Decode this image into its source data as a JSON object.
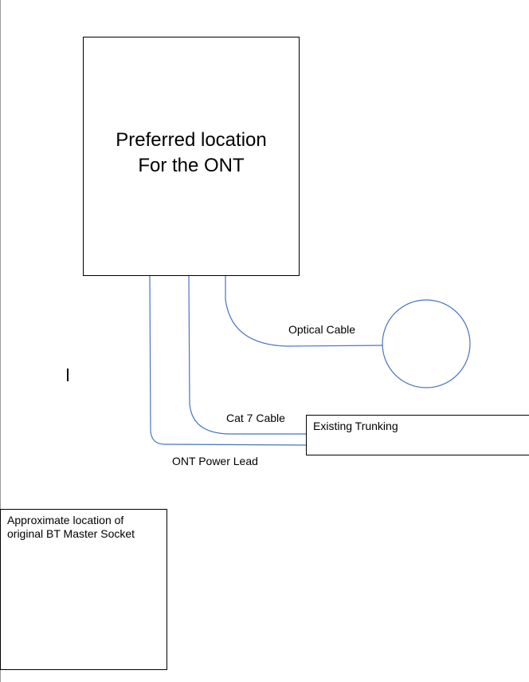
{
  "ont_box": {
    "line1": "Preferred location",
    "line2": "For the ONT"
  },
  "trunking_box": {
    "label": "Existing Trunking"
  },
  "socket_box": {
    "line1": "Approximate location of",
    "line2": "original BT Master Socket"
  },
  "cables": {
    "optical": "Optical Cable",
    "cat7": "Cat 7 Cable",
    "power": "ONT Power Lead"
  },
  "colors": {
    "cable_line": "#4a72c4",
    "box_border": "#000000"
  }
}
